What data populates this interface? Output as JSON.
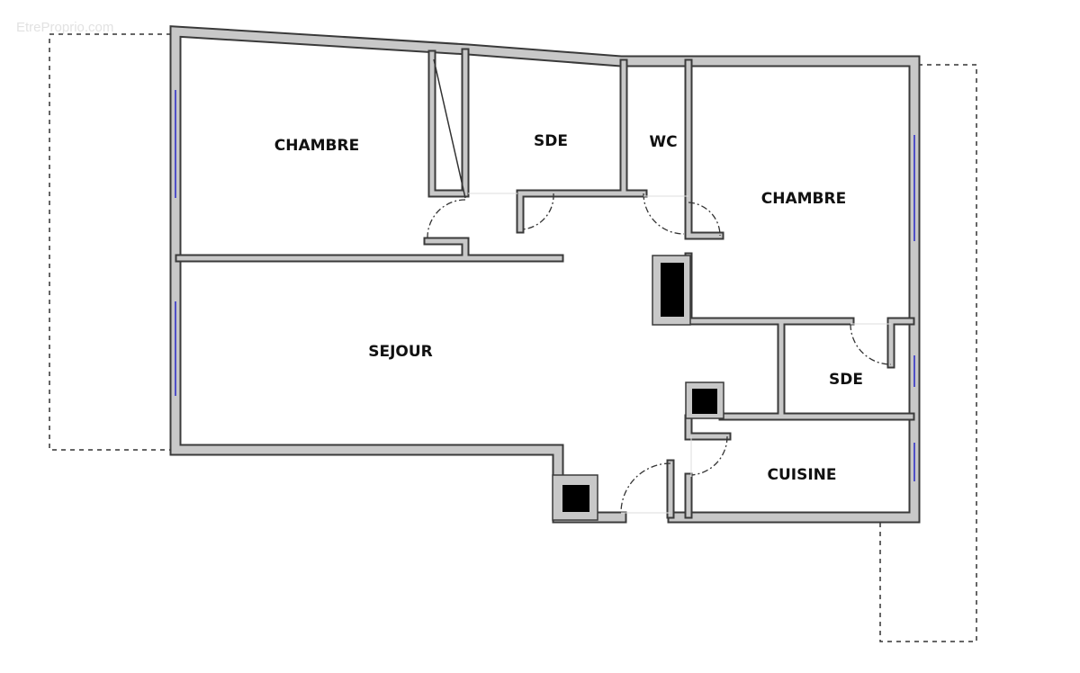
{
  "watermark": "EtreProprio.com",
  "rooms": [
    {
      "id": "chambre-1",
      "label": "CHAMBRE"
    },
    {
      "id": "sde-1",
      "label": "SDE"
    },
    {
      "id": "wc",
      "label": "WC"
    },
    {
      "id": "chambre-2",
      "label": "CHAMBRE"
    },
    {
      "id": "sejour",
      "label": "SEJOUR"
    },
    {
      "id": "sde-2",
      "label": "SDE"
    },
    {
      "id": "cuisine",
      "label": "CUISINE"
    }
  ],
  "colors": {
    "wall": "#c8c8c8",
    "wall_outline": "#3a3a3a",
    "window": "#5050c8",
    "duct": "#000000"
  }
}
